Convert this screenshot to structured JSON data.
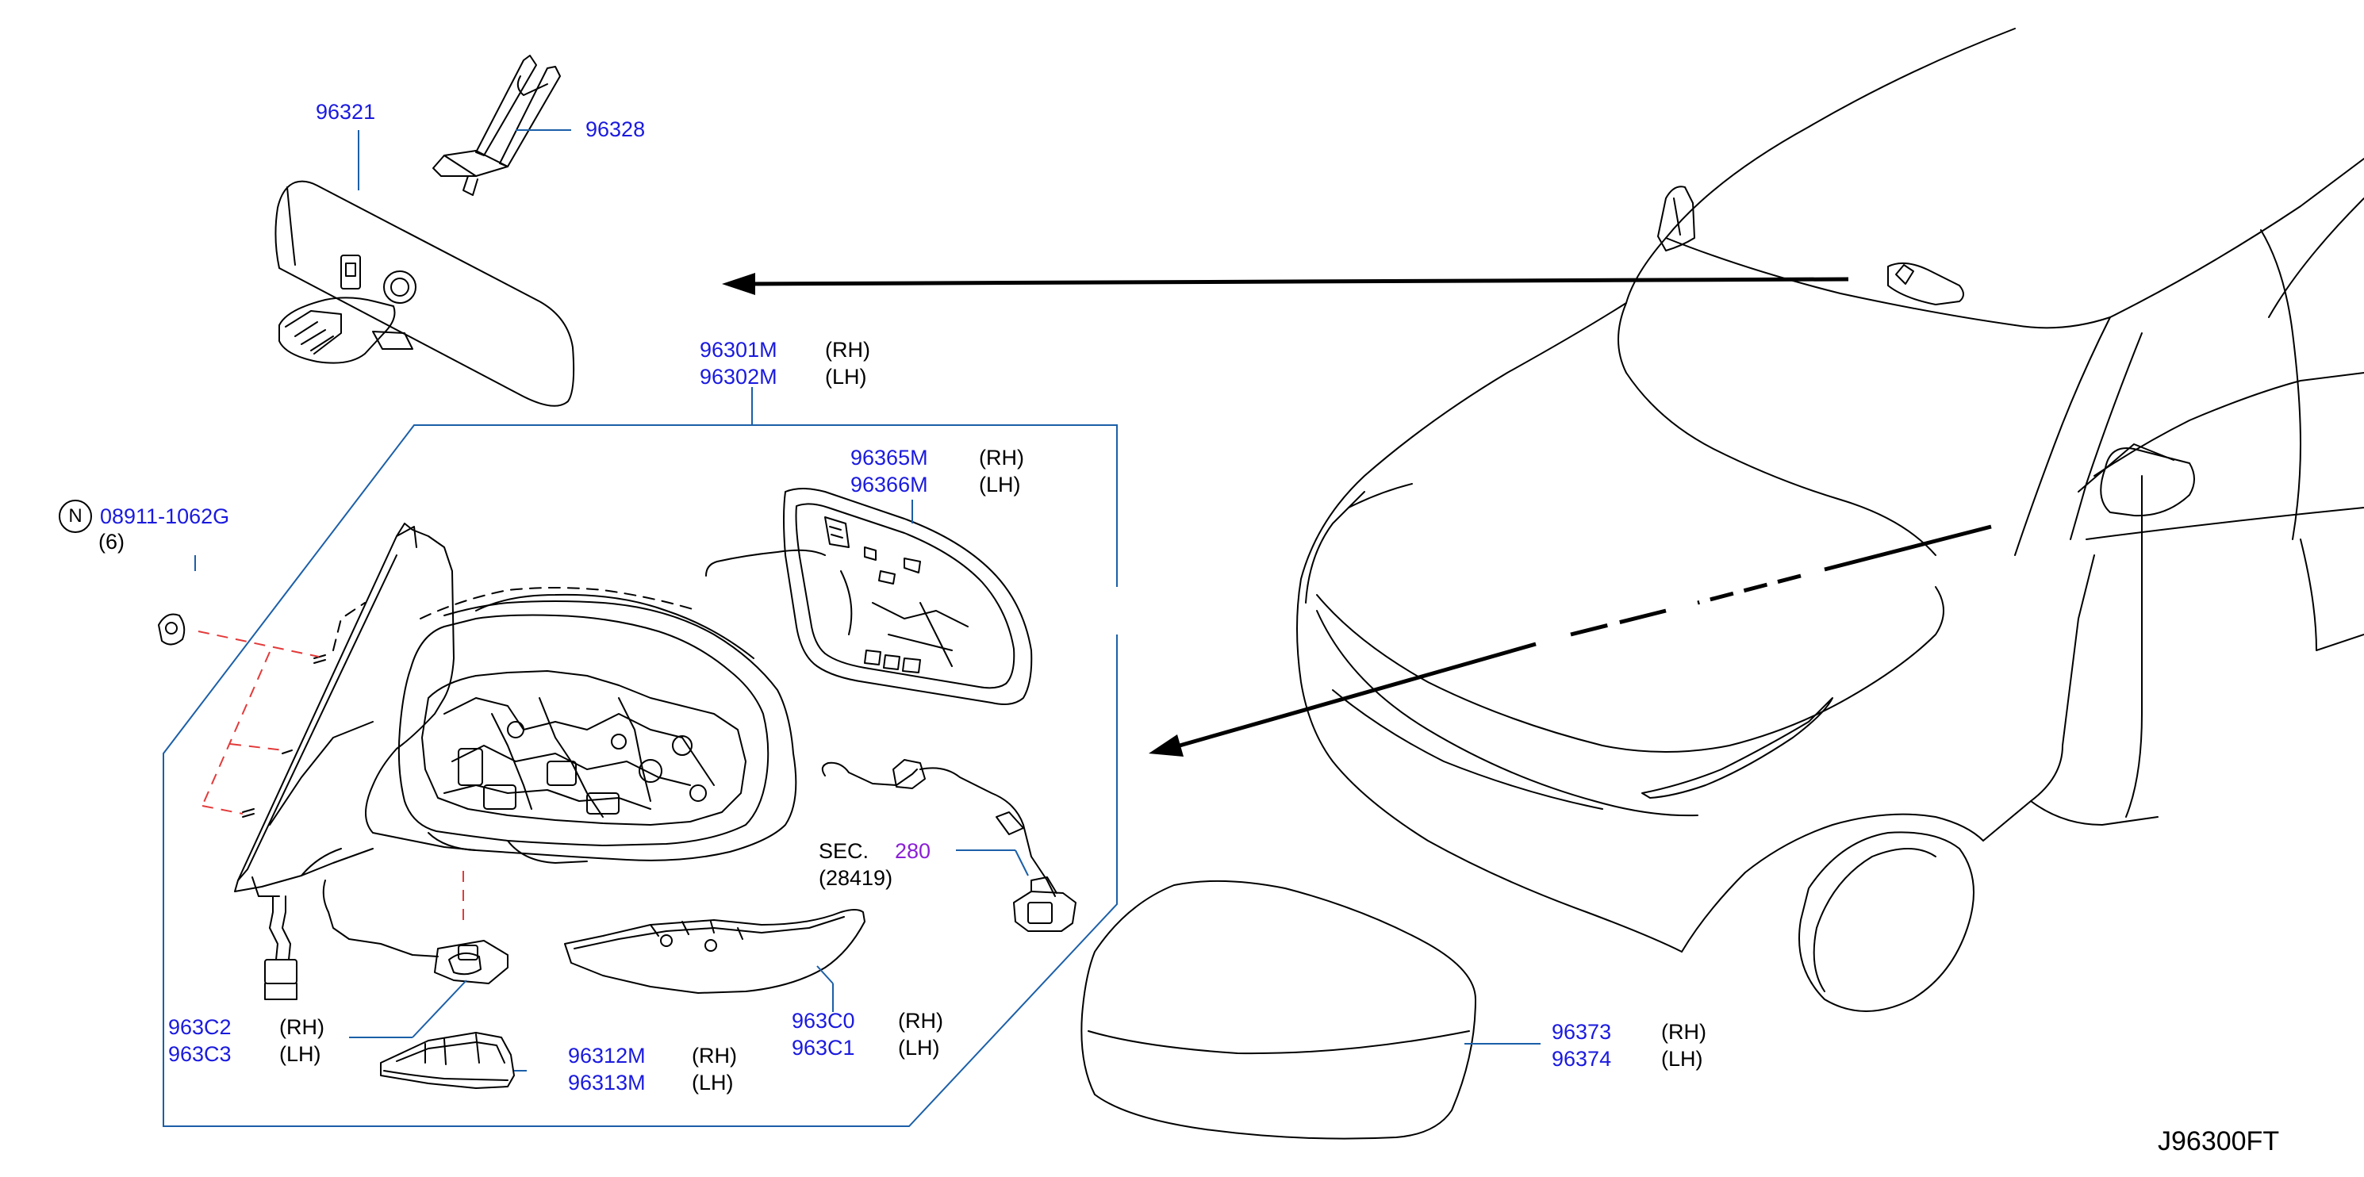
{
  "diagram_code": "J96300FT",
  "colors": {
    "part_number": "#1a1adf",
    "section_ref": "#8a1fd6",
    "leader": "#1b5fa8",
    "dashed_leader": "#e33a3a",
    "line": "#000000"
  },
  "parts": {
    "inside_mirror": {
      "number": "96321"
    },
    "mirror_clip": {
      "number": "96328"
    },
    "door_mirror_assy": {
      "rh": "96301M",
      "lh": "96302M"
    },
    "mirror_glass": {
      "rh": "96365M",
      "lh": "96366M"
    },
    "nut": {
      "prefix": "N",
      "number": "08911-1062G",
      "qty": "(6)"
    },
    "harness": {
      "sec_label": "SEC.",
      "sec_number": "280",
      "sub": "(28419)"
    },
    "side_lamp": {
      "rh": "963C2",
      "lh": "963C3"
    },
    "lamp_cover": {
      "rh": "96312M",
      "lh": "96313M"
    },
    "turn_lamp": {
      "rh": "963C0",
      "lh": "963C1"
    },
    "mirror_cover": {
      "rh": "96373",
      "lh": "96374"
    }
  },
  "side": {
    "rh": "(RH)",
    "lh": "(LH)"
  }
}
